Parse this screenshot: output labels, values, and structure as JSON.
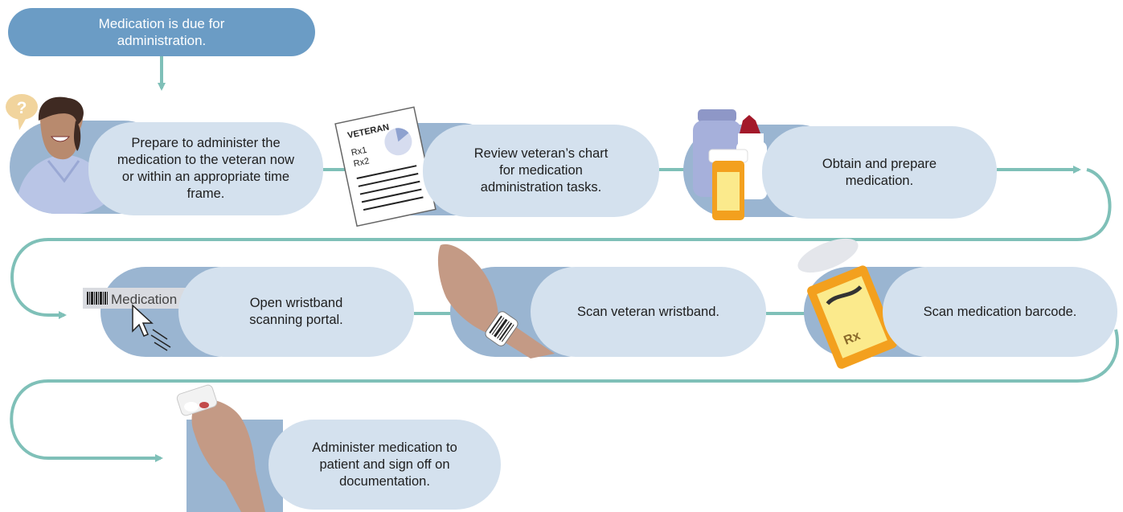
{
  "start": {
    "text": "Medication is due for administration."
  },
  "steps": [
    {
      "id": "prepare",
      "text": "Prepare to administer the medication to the veteran now or within an appropriate time frame.",
      "icon": "nurse-thinking-icon"
    },
    {
      "id": "review",
      "text": "Review veteran’s chart for medication administration tasks.",
      "icon": "patient-chart-icon"
    },
    {
      "id": "obtain",
      "text": "Obtain and prepare medication.",
      "icon": "medication-bottles-icon"
    },
    {
      "id": "open-portal",
      "text": "Open wristband scanning portal.",
      "icon": "barcode-scanning-portal-icon"
    },
    {
      "id": "scan-wristband",
      "text": "Scan veteran wristband.",
      "icon": "wristband-scan-icon"
    },
    {
      "id": "scan-medication",
      "text": "Scan medication barcode.",
      "icon": "rx-bottle-icon"
    },
    {
      "id": "administer",
      "text": "Administer medication to patient and sign off on documentation.",
      "icon": "hand-pill-icon"
    }
  ],
  "chart_icon": {
    "title": "VETERAN",
    "rx1": "Rx1",
    "rx2": "Rx2"
  },
  "portal_icon": {
    "label": "Medication"
  },
  "bottle_icon": {
    "label": "Rx"
  },
  "colors": {
    "start_fill": "#6b9cc5",
    "step_fill": "#d4e1ee",
    "backdrop": "#9ab5d1",
    "connector": "#7fc0b8"
  }
}
